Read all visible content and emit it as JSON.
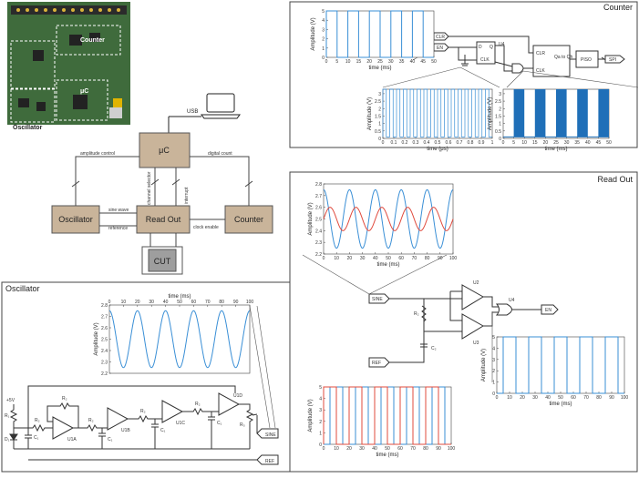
{
  "photo": {
    "labels": {
      "counter": "Counter",
      "uc": "μC",
      "oscillator": "Oscillator"
    },
    "colors": {
      "board": "#3f6b3c",
      "dashed": "#ffffff"
    }
  },
  "block_diagram": {
    "usb": "USB",
    "uc": "μC",
    "oscillator": "Oscillator",
    "readout": "Read Out",
    "counter": "Counter",
    "cut": "CUT",
    "amplitude_control": "amplitude control",
    "digital_count": "digital count",
    "channel_selector": "channel selector",
    "interrupt": "interrupt",
    "sine_wave": "sine wave",
    "reference": "reference",
    "clock_enable": "clock enable",
    "colors": {
      "block": "#c9b49a",
      "cut": "#9e9e9e"
    }
  },
  "counter_panel": {
    "title": "Counter",
    "labels": {
      "clr": "CLR",
      "en": "EN",
      "u4": "U4",
      "clr_ff": "CLR",
      "clk_ff": "CLK",
      "d": "D",
      "q": "Q",
      "qbar": "Q̄",
      "clk_ctr": "CLK",
      "qa_qh": "Qa to Qh",
      "piso": "PISO",
      "spi": "SPI",
      "clr_ctr": "CLR"
    }
  },
  "readout_panel": {
    "title": "Read Out",
    "labels": {
      "sine": "SINE",
      "ref": "REF",
      "u2": "U2",
      "u3": "U3",
      "u4": "U4",
      "en": "EN",
      "r2": "R₂",
      "c2": "C₂"
    }
  },
  "oscillator_panel": {
    "title": "Oscillator",
    "labels": {
      "plus5v": "+5V",
      "r1": "R₁",
      "r2": "R₂",
      "r_a": "R₂",
      "r_b": "R₂",
      "r_c": "R₂",
      "r_d": "R₂",
      "c1": "C₁",
      "c_a": "C₁",
      "c_b": "C₁",
      "c_c": "C₁",
      "d1": "D₁",
      "u1a": "U1A",
      "u1b": "U1B",
      "u1c": "U1C",
      "u1d": "U1D",
      "sine": "SINE",
      "ref": "REF",
      "r3": "R₃"
    }
  },
  "chart_data": [
    {
      "id": "counter-square",
      "type": "line",
      "xlabel": "time (ms)",
      "ylabel": "Amplitude (V)",
      "xlim": [
        0,
        50
      ],
      "ylim": [
        0,
        5
      ],
      "xticks": [
        "0",
        "5",
        "10",
        "15",
        "20",
        "25",
        "30",
        "35",
        "40",
        "45",
        "50"
      ],
      "yticks": [
        "0",
        "1",
        "2",
        "3",
        "4",
        "5"
      ],
      "series": [
        {
          "period": 10,
          "high": 5,
          "low": 0,
          "duty": 0.5,
          "color": "#3a8fd6"
        }
      ]
    },
    {
      "id": "counter-fast",
      "type": "line",
      "xlabel": "time (μs)",
      "ylabel": "Amplitude (V)",
      "xlim": [
        0,
        1
      ],
      "ylim": [
        0,
        3.3
      ],
      "xticks": [
        "0",
        "0.1",
        "0.2",
        "0.3",
        "0.4",
        "0.5",
        "0.6",
        "0.7",
        "0.8",
        "0.9",
        "1"
      ],
      "yticks": [
        "0",
        "0.5",
        "1",
        "1.5",
        "2",
        "2.5",
        "3"
      ],
      "series": [
        {
          "period": 0.0625,
          "high": 3.3,
          "low": 0.1,
          "duty": 0.5,
          "color": "#3a8fd6"
        }
      ]
    },
    {
      "id": "counter-burst",
      "type": "area",
      "xlabel": "time (ms)",
      "ylabel": "Amplitude (V)",
      "xlim": [
        0,
        50
      ],
      "ylim": [
        0,
        3.3
      ],
      "xticks": [
        "0",
        "5",
        "10",
        "15",
        "20",
        "25",
        "30",
        "35",
        "40",
        "45",
        "50"
      ],
      "yticks": [
        "0",
        "0.5",
        "1",
        "1.5",
        "2",
        "2.5",
        "3"
      ],
      "series": [
        {
          "period": 10,
          "high": 3.3,
          "low": 0.1,
          "duty": 0.5,
          "start": 5,
          "color": "#1f6fb8"
        }
      ]
    },
    {
      "id": "readout-sines",
      "type": "line",
      "xlabel": "time (ms)",
      "ylabel": "Amplitude (V)",
      "xlim": [
        0,
        100
      ],
      "ylim": [
        2.2,
        2.8
      ],
      "xticks": [
        "0",
        "10",
        "20",
        "30",
        "40",
        "50",
        "60",
        "70",
        "80",
        "90",
        "100"
      ],
      "yticks": [
        "2.2",
        "2.3",
        "2.4",
        "2.5",
        "2.6",
        "2.7",
        "2.8"
      ],
      "series": [
        {
          "period": 20,
          "offset": 2.5,
          "amp": 0.25,
          "phase": -5,
          "color": "#3a8fd6"
        },
        {
          "period": 20,
          "offset": 2.5,
          "amp": 0.1,
          "phase": 0,
          "color": "#e04b3e"
        }
      ]
    },
    {
      "id": "readout-square",
      "type": "line",
      "xlabel": "time (ms)",
      "ylabel": "Amplitude (V)",
      "xlim": [
        0,
        100
      ],
      "ylim": [
        0,
        5
      ],
      "xticks": [
        "0",
        "10",
        "20",
        "30",
        "40",
        "50",
        "60",
        "70",
        "80",
        "90",
        "100"
      ],
      "yticks": [
        "0",
        "1",
        "2",
        "3",
        "4",
        "5"
      ],
      "series": [
        {
          "period": 20,
          "high": 5,
          "low": 0,
          "duty": 0.5,
          "start": 5,
          "color": "#3a8fd6"
        }
      ]
    },
    {
      "id": "readout-two-square",
      "type": "line",
      "xlabel": "time (ms)",
      "ylabel": "Amplitude (V)",
      "xlim": [
        0,
        100
      ],
      "ylim": [
        0,
        5
      ],
      "xticks": [
        "0",
        "10",
        "20",
        "30",
        "40",
        "50",
        "60",
        "70",
        "80",
        "90",
        "100"
      ],
      "yticks": [
        "0",
        "1",
        "2",
        "3",
        "4",
        "5"
      ],
      "series": [
        {
          "period": 20,
          "high": 5,
          "low": 0,
          "duty": 0.5,
          "start": 5,
          "color": "#3a8fd6"
        },
        {
          "period": 20,
          "high": 5,
          "low": 0,
          "duty": 0.5,
          "start": 0,
          "color": "#e04b3e"
        }
      ]
    },
    {
      "id": "osc-sine",
      "type": "line",
      "xlabel": "time (ms)",
      "ylabel": "Amplitude (V)",
      "xlim": [
        0,
        100
      ],
      "ylim": [
        2.2,
        2.8
      ],
      "xticks": [
        "0",
        "10",
        "20",
        "30",
        "40",
        "50",
        "60",
        "70",
        "80",
        "90",
        "100"
      ],
      "yticks": [
        "2.2",
        "2.3",
        "2.4",
        "2.5",
        "2.6",
        "2.7",
        "2.8"
      ],
      "xlabel_position": "top",
      "series": [
        {
          "period": 20,
          "offset": 2.5,
          "amp": 0.25,
          "phase": -5,
          "color": "#3a8fd6"
        }
      ]
    }
  ]
}
